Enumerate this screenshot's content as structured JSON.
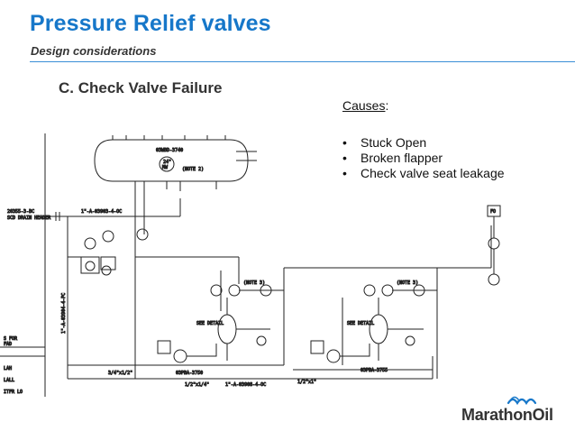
{
  "slide": {
    "title": "Pressure Relief valves",
    "subtitle": "Design considerations",
    "heading": "C. Check Valve Failure"
  },
  "causes": {
    "title": "Causes",
    "colon": ":",
    "bullet": "•",
    "items": [
      "Stuck Open",
      "Broken flapper",
      "Check valve seat leakage"
    ]
  },
  "diagram": {
    "vessel_tag": "03WBD-3740",
    "manway_size": "24\"",
    "manway_label": "MW",
    "note_label": "(NOTE 2)",
    "drain_header_line": "26355-3-BC",
    "drain_header_label": "SCD DRAIN HEADER",
    "line_1": "1\"-A-03903-4-OC",
    "line_2": "1\"-A-03904-4-PC",
    "left_fragments": [
      "S FOR",
      "FAD",
      "LAH",
      "LALL",
      "ITFR LO"
    ],
    "pump_a_tag": "03PBA-3750",
    "pump_b_tag": "03PBA-3755",
    "pump_line": "1\"-A-03908-4-OC",
    "see_detail": "SEE DETAIL",
    "fo_label": "FO",
    "sizes": [
      "3/4\"x1/2\"",
      "1/2\"x1/4\"",
      "1/2\"x1\""
    ],
    "note3": "(NOTE 3)"
  },
  "logo": {
    "text": "MarathonOil",
    "icon": "marathon-waves-icon",
    "color": "#1677c9"
  }
}
